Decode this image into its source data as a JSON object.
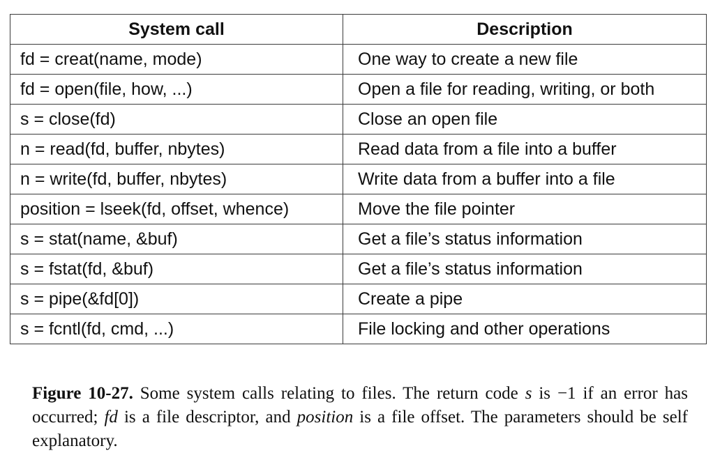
{
  "table": {
    "headers": [
      "System call",
      "Description"
    ],
    "rows": [
      {
        "call": "fd = creat(name, mode)",
        "description": "One way to create a new file"
      },
      {
        "call": "fd = open(file, how, ...)",
        "description": "Open a file for reading, writing, or both"
      },
      {
        "call": "s = close(fd)",
        "description": "Close an open file"
      },
      {
        "call": "n = read(fd, buffer, nbytes)",
        "description": "Read data from a file into a buffer"
      },
      {
        "call": "n = write(fd, buffer, nbytes)",
        "description": "Write data from a buffer into a file"
      },
      {
        "call": "position = lseek(fd, offset, whence)",
        "description": "Move the file pointer"
      },
      {
        "call": "s = stat(name, &buf)",
        "description": "Get a file’s status information"
      },
      {
        "call": "s = fstat(fd, &buf)",
        "description": "Get a file’s status information"
      },
      {
        "call": "s = pipe(&fd[0])",
        "description": "Create a pipe"
      },
      {
        "call": "s = fcntl(fd, cmd, ...)",
        "description": "File locking and other operations"
      }
    ]
  },
  "caption": {
    "label": "Figure 10-27.",
    "part1": " Some system calls relating to files. The return code ",
    "var_s": "s",
    "part2": " is −1 if an error has occurred; ",
    "var_fd": "fd",
    "part3": " is a file descriptor, and ",
    "var_position": "position",
    "part4": " is a file offset. The parameters should be self explanatory."
  }
}
